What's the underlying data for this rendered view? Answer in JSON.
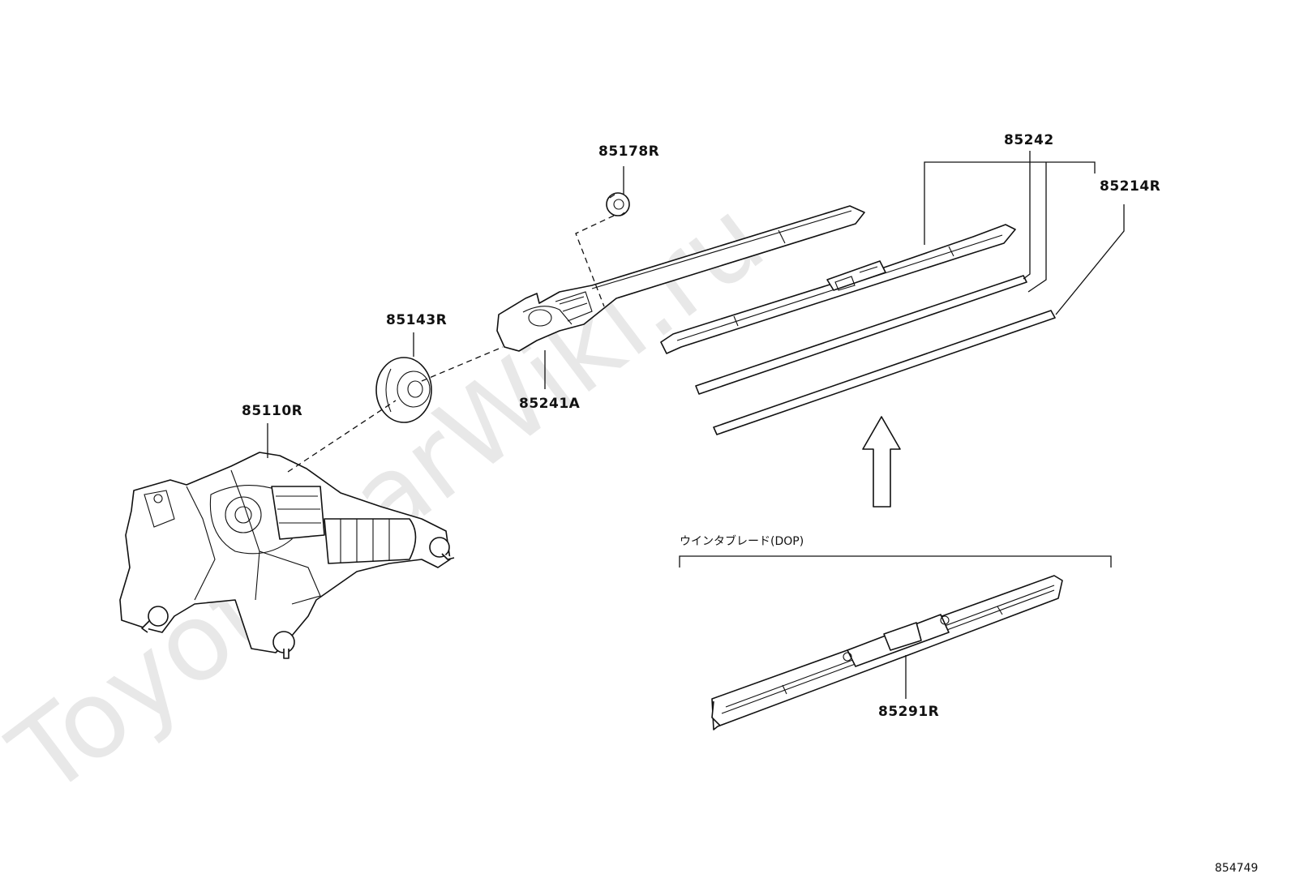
{
  "watermark": "ToyotaCarWiki.ru",
  "parts": {
    "p85178R": "85178R",
    "p85242": "85242",
    "p85214R": "85214R",
    "p85143R": "85143R",
    "p85241A": "85241A",
    "p85110R": "85110R",
    "p85291R": "85291R"
  },
  "winter_blade_note": "ウインタブレード(DOP)",
  "diagram_ref": "854749"
}
